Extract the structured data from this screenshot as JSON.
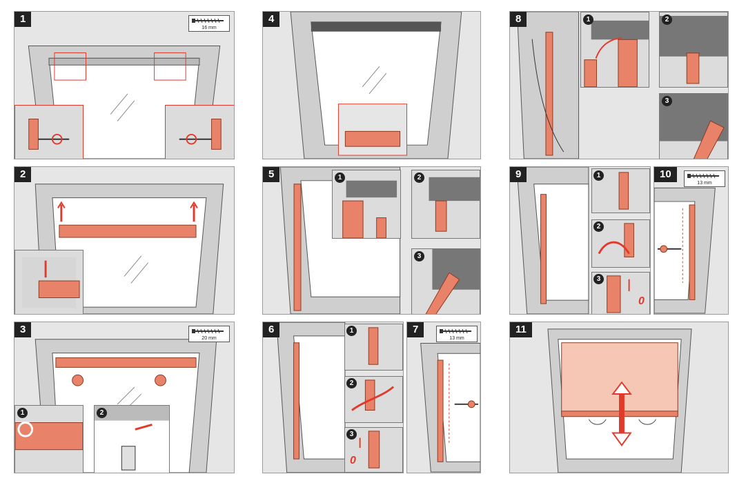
{
  "steps": [
    {
      "label": "1",
      "screw": "16 mm"
    },
    {
      "label": "2"
    },
    {
      "label": "3",
      "screw": "20 mm",
      "subs": [
        "1",
        "2"
      ]
    },
    {
      "label": "4"
    },
    {
      "label": "5",
      "subs": [
        "1",
        "2",
        "3"
      ]
    },
    {
      "label": "6",
      "subs": [
        "1",
        "2",
        "3"
      ],
      "mark": "0"
    },
    {
      "label": "7",
      "screw": "13 mm"
    },
    {
      "label": "8",
      "subs": [
        "1",
        "2",
        "3"
      ]
    },
    {
      "label": "9",
      "subs": [
        "1",
        "2",
        "3"
      ],
      "mark": "0"
    },
    {
      "label": "10",
      "screw": "13 mm"
    },
    {
      "label": "11"
    }
  ],
  "colors": {
    "frame": "#bfbfbf",
    "glass": "#ffffff",
    "rail": "#e8836a",
    "accent": "#e23a2a",
    "blind": "#f6c7b4"
  }
}
